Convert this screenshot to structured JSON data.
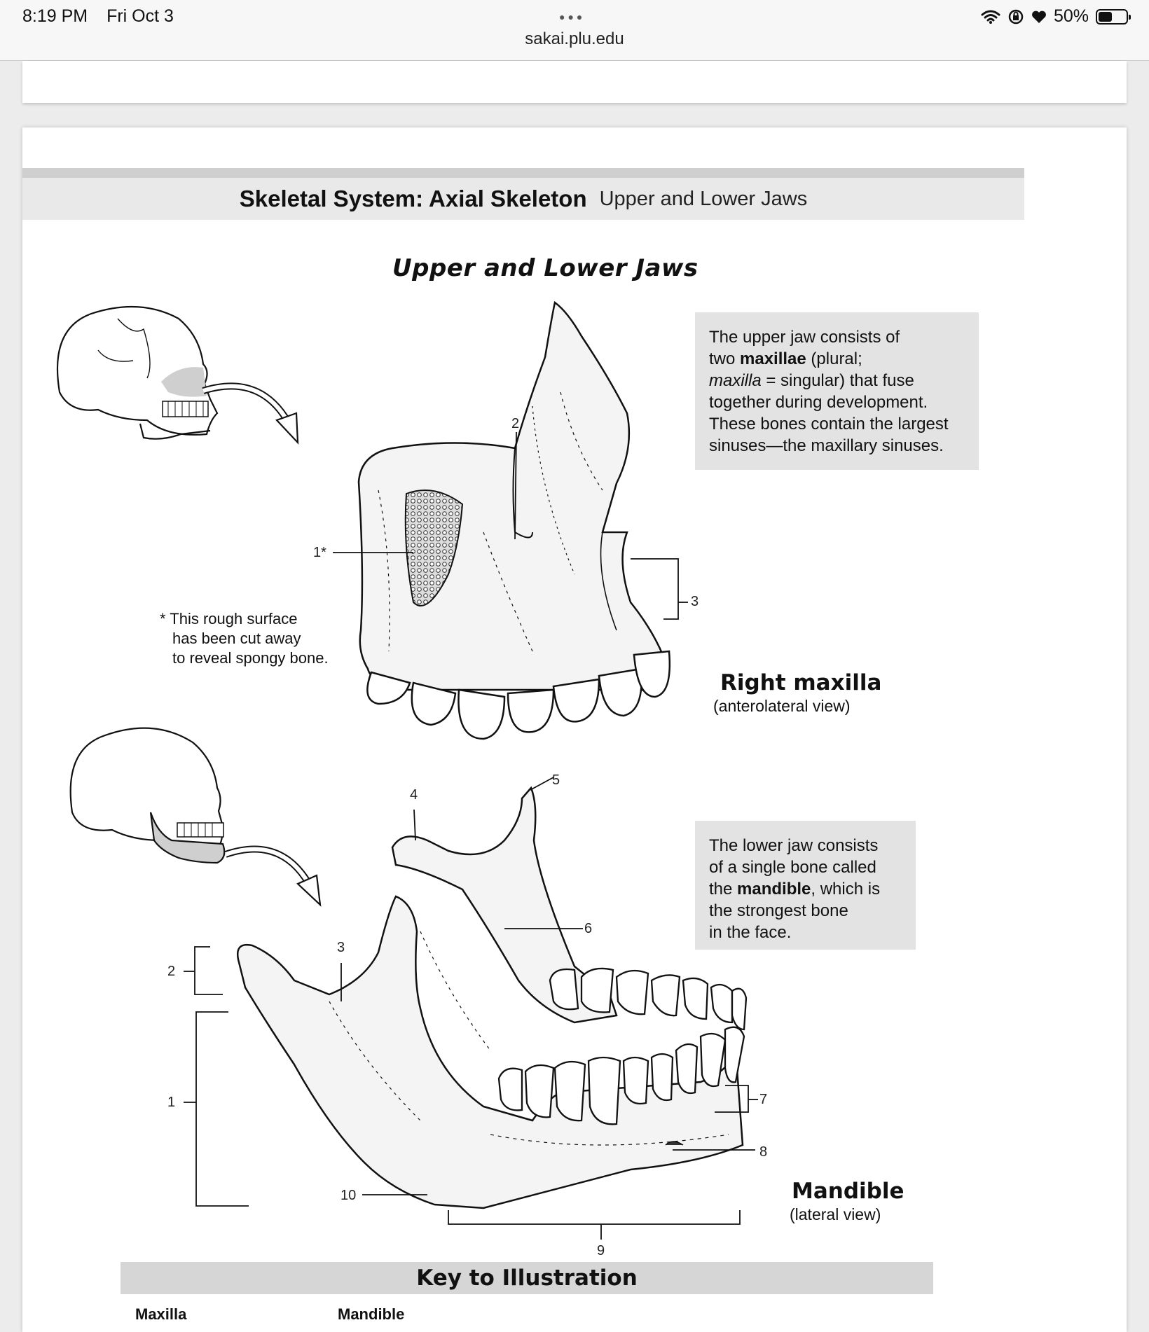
{
  "status_bar": {
    "time": "8:19 PM",
    "date": "Fri Oct 3",
    "url": "sakai.plu.edu",
    "battery": "50%",
    "battery_level": 0.5,
    "icons": [
      "wifi-icon",
      "orientation-lock-icon",
      "heart-icon",
      "battery-icon"
    ]
  },
  "header": {
    "chapter": "Skeletal System: Axial Skeleton",
    "section": "Upper and Lower Jaws"
  },
  "figure_title": "Upper and Lower Jaws",
  "maxilla": {
    "callout_lines": [
      [
        "The upper jaw consists of"
      ],
      [
        "two ",
        {
          "b": "maxillae"
        },
        " (plural;"
      ],
      [
        {
          "i": "maxilla"
        },
        " = singular) that fuse"
      ],
      [
        "together during development."
      ],
      [
        "These bones contain the largest"
      ],
      [
        "sinuses—the maxillary sinuses."
      ]
    ],
    "note_lines": [
      "* This rough surface",
      "has been cut away",
      "to reveal spongy bone."
    ],
    "caption_title": "Right maxilla",
    "caption_sub": "(anterolateral view)",
    "labels": [
      "1*",
      "2",
      "3"
    ]
  },
  "mandible": {
    "callout_lines": [
      [
        "The lower jaw consists"
      ],
      [
        "of a single bone called"
      ],
      [
        "the ",
        {
          "b": "mandible"
        },
        ", which is"
      ],
      [
        "the strongest bone"
      ],
      [
        "in the face."
      ]
    ],
    "caption_title": "Mandible",
    "caption_sub": "(lateral view)",
    "labels": [
      "1",
      "2",
      "3",
      "4",
      "5",
      "6",
      "7",
      "8",
      "9",
      "10"
    ]
  },
  "key": {
    "title": "Key to Illustration",
    "columns": [
      "Maxilla",
      "Mandible"
    ]
  },
  "colors": {
    "band": "#e9e9e9",
    "callout": "#e3e3e3",
    "bone": "#f4f4f4",
    "shade": "#cfcfcf"
  }
}
